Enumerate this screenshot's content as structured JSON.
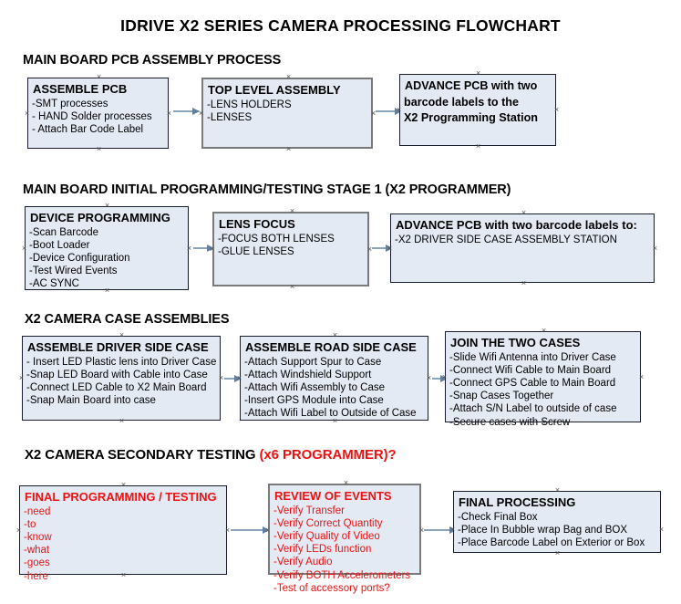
{
  "document": {
    "title": "IDRIVE X2  SERIES CAMERA PROCESSING FLOWCHART"
  },
  "sections": [
    {
      "id": "main-board-pcb-assembly",
      "header": "MAIN BOARD PCB ASSEMBLY PROCESS",
      "header_accent": "",
      "boxes": [
        {
          "id": "assemble-pcb",
          "title": "ASSEMBLE PCB",
          "lines": [
            "-SMT processes",
            "- HAND Solder processes",
            "- Attach Bar Code Label"
          ],
          "style": "normal",
          "color": "#000000"
        },
        {
          "id": "top-level-assembly",
          "title": "TOP LEVEL ASSEMBLY",
          "lines": [
            "-LENS HOLDERS",
            "-LENSES"
          ],
          "style": "thick",
          "color": "#000000"
        },
        {
          "id": "advance-pcb-to-x2-station",
          "title": "ADVANCE PCB with two",
          "lines": [
            "barcode labels to the",
            " X2 Programming Station"
          ],
          "style": "allbold",
          "color": "#000000"
        }
      ]
    },
    {
      "id": "main-board-initial-programming",
      "header": "MAIN BOARD INITIAL PROGRAMMING/TESTING STAGE 1 (X2 PROGRAMMER)",
      "header_accent": "",
      "boxes": [
        {
          "id": "device-programming",
          "title": "DEVICE PROGRAMMING",
          "lines": [
            "-Scan Barcode",
            "-Boot Loader",
            "-Device Configuration",
            "-Test Wired Events",
            "-AC SYNC"
          ],
          "style": "normal",
          "color": "#000000"
        },
        {
          "id": "lens-focus",
          "title": "LENS FOCUS",
          "lines": [
            "-FOCUS BOTH LENSES",
            "-GLUE LENSES"
          ],
          "style": "thick",
          "color": "#000000"
        },
        {
          "id": "advance-pcb-to-driver-side-case",
          "title": "ADVANCE PCB with two barcode labels to:",
          "lines": [
            "-X2 DRIVER  SIDE  CASE  ASSEMBLY STATION"
          ],
          "style": "normal",
          "color": "#000000"
        }
      ]
    },
    {
      "id": "x2-camera-case-assemblies",
      "header": "X2 CAMERA CASE ASSEMBLIES",
      "header_accent": "",
      "boxes": [
        {
          "id": "assemble-driver-side-case",
          "title": "ASSEMBLE DRIVER SIDE CASE",
          "lines": [
            "- Insert LED Plastic lens into Driver Case",
            "-Snap LED Board with Cable into Case",
            "-Connect LED Cable to X2 Main Board",
            "-Snap Main Board into case"
          ],
          "style": "normal",
          "color": "#000000"
        },
        {
          "id": "assemble-road-side-case",
          "title": "ASSEMBLE ROAD SIDE CASE",
          "lines": [
            "-Attach Support Spur to Case",
            "-Attach Windshield Support",
            "-Attach Wifi Assembly to Case",
            "-Insert GPS Module into Case",
            "-Attach Wifi Label to Outside of Case"
          ],
          "style": "normal",
          "color": "#000000"
        },
        {
          "id": "join-the-two-cases",
          "title": "JOIN THE TWO CASES",
          "lines": [
            "-Slide Wifi Antenna into Driver Case",
            "-Connect Wifi Cable to Main Board",
            "-Connect GPS Cable to Main Board",
            "-Snap Cases Together",
            "-Attach S/N Label to outside of case",
            "-Secure cases with Screw"
          ],
          "style": "normal",
          "color": "#000000"
        }
      ]
    },
    {
      "id": "x2-camera-secondary-testing",
      "header": "X2 CAMERA SECONDARY TESTING ",
      "header_accent": "(x6 PROGRAMMER)?",
      "boxes": [
        {
          "id": "final-programming-testing",
          "title": "FINAL PROGRAMMING / TESTING",
          "lines": [
            "-need",
            "-to",
            "-know",
            "-what",
            "-goes",
            "-here"
          ],
          "style": "red",
          "color": "#ee1111"
        },
        {
          "id": "review-of-events",
          "title": "REVIEW OF EVENTS",
          "lines": [
            "-Verify Transfer",
            "-Verify Correct Quantity",
            "-Verify Quality of Video",
            "-Verify LEDs function",
            "-Verify Audio",
            "-Verify BOTH Accelerometers",
            "-Test of accessory ports?"
          ],
          "style": "red-thick",
          "color": "#ee1111"
        },
        {
          "id": "final-processing",
          "title": "FINAL PROCESSING",
          "lines": [
            " -Check Final Box",
            "-Place In Bubble wrap Bag and BOX",
            "-Place Barcode Label on Exterior or Box"
          ],
          "style": "normal",
          "color": "#000000"
        }
      ]
    }
  ],
  "colors": {
    "box_fill": "#e4eaf4",
    "box_border": "#1a1a2e",
    "box_border_thick": "#7a7a7a",
    "connector": "#8ba3bd",
    "accent_red": "#ee1111",
    "text": "#000000",
    "background": "#ffffff"
  }
}
